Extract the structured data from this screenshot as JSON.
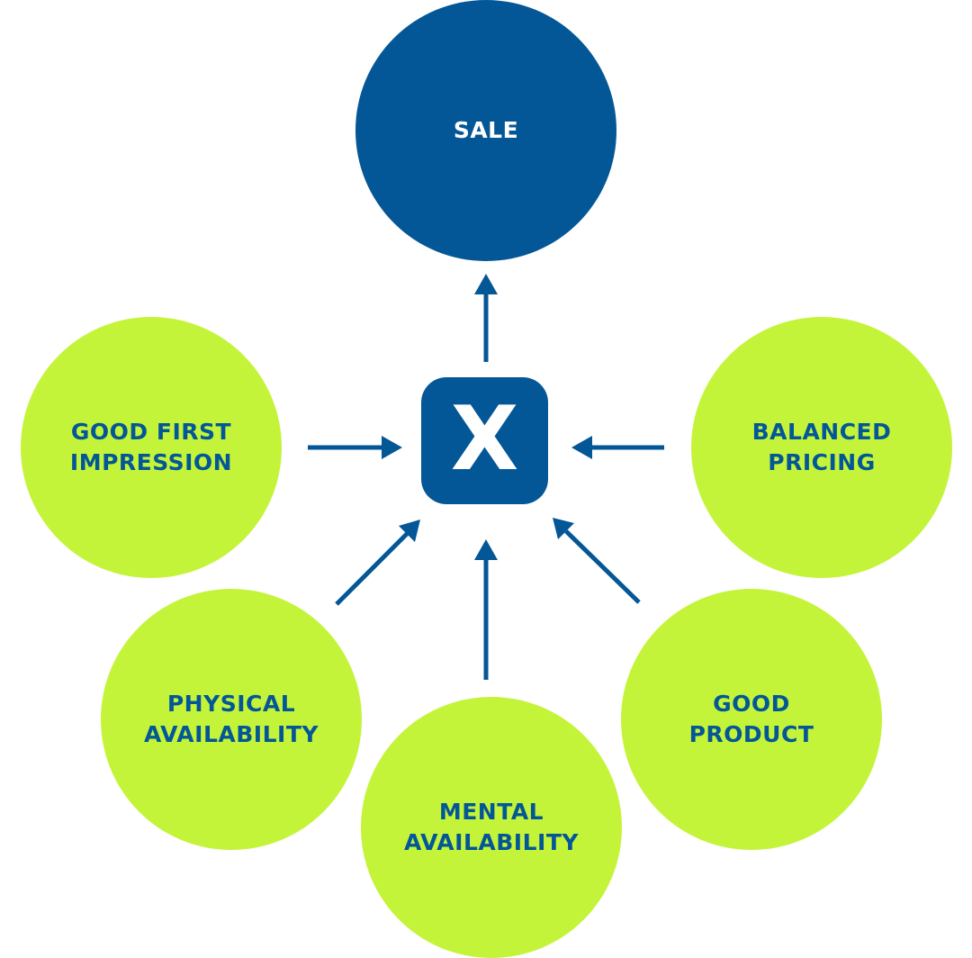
{
  "hub": {
    "symbol": "X"
  },
  "outcome": {
    "lines": [
      "SALE"
    ]
  },
  "factors": [
    {
      "id": "good-first-impression",
      "lines": [
        "GOOD FIRST",
        "IMPRESSION"
      ]
    },
    {
      "id": "balanced-pricing",
      "lines": [
        "BALANCED",
        "PRICING"
      ]
    },
    {
      "id": "physical-availability",
      "lines": [
        "PHYSICAL",
        "AVAILABILITY"
      ]
    },
    {
      "id": "good-product",
      "lines": [
        "GOOD",
        "PRODUCT"
      ]
    },
    {
      "id": "mental-availability",
      "lines": [
        "MENTAL",
        "AVAILABILITY"
      ]
    }
  ],
  "colors": {
    "primary": "#045796",
    "factor": "#c4f43a",
    "background": "#ffffff"
  }
}
